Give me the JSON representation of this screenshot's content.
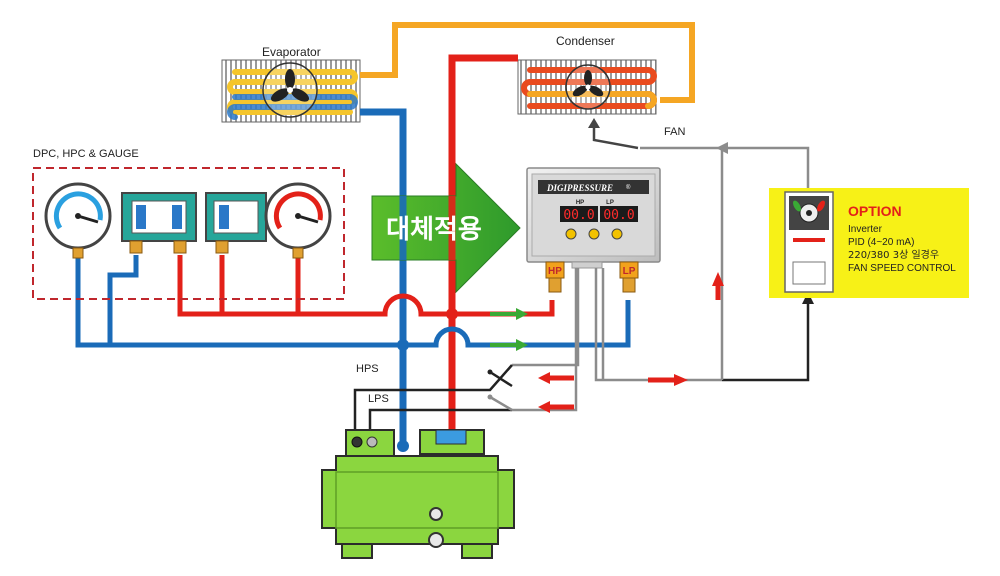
{
  "labels": {
    "evaporator": "Evaporator",
    "condenser": "Condenser",
    "fan": "FAN",
    "group": "DPC, HPC & GAUGE",
    "hps": "HPS",
    "lps": "LPS",
    "arrow_text": "대체적용"
  },
  "device": {
    "brand": "DIGIPRESSURE",
    "reg": "®",
    "hp_title": "HP",
    "lp_title": "LP",
    "hp_value": "00.0",
    "lp_value": "00.0",
    "port_hp": "HP",
    "port_lp": "LP"
  },
  "option": {
    "title": "OPTION",
    "line1": "Inverter",
    "line2": "PID (4~20 mA)",
    "line3": "220/380 3상 일경우",
    "line4": "FAN SPEED CONTROL"
  },
  "colors": {
    "high_pressure": "#e32119",
    "low_pressure": "#1a6bb8",
    "suction_line": "#f5a623",
    "signal_line": "#8c8c8c",
    "compressor": "#8bd63f",
    "option_bg": "#f7f117",
    "arrow_green": "#3aa935"
  }
}
